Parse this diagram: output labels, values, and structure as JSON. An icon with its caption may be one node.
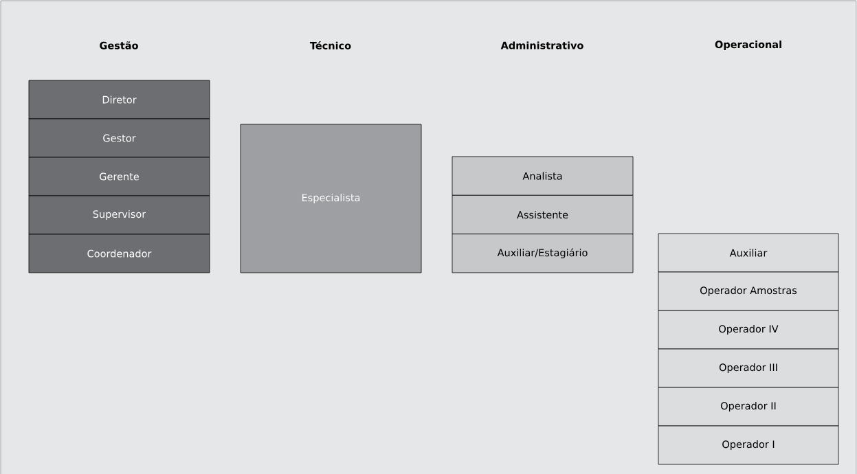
{
  "diagram": {
    "nodes": [
      {
        "text": [
          "Diretor"
        ]
      },
      {
        "text": [
          "Gestor"
        ]
      },
      {
        "text": [
          "Gerente"
        ]
      },
      {
        "text": [
          "Supervisor"
        ]
      },
      {
        "text": [
          "Coordenador"
        ]
      },
      {
        "text": [
          "Especialista"
        ]
      },
      {
        "text": [
          "Analista"
        ]
      },
      {
        "text": [
          "Assistente"
        ]
      },
      {
        "text": [
          "Auxiliar/Estagiário"
        ]
      },
      {
        "text": [
          "Auxiliar"
        ]
      },
      {
        "text": [
          "Operador Amostras"
        ]
      },
      {
        "text": [
          "Operador IV"
        ]
      },
      {
        "text": [
          "Operador III"
        ]
      },
      {
        "text": [
          "Operador II"
        ]
      },
      {
        "text": [
          "Operador I"
        ]
      }
    ],
    "labels": [
      "Gestão",
      "Técnico",
      "Administrativo",
      "Operacional"
    ]
  }
}
